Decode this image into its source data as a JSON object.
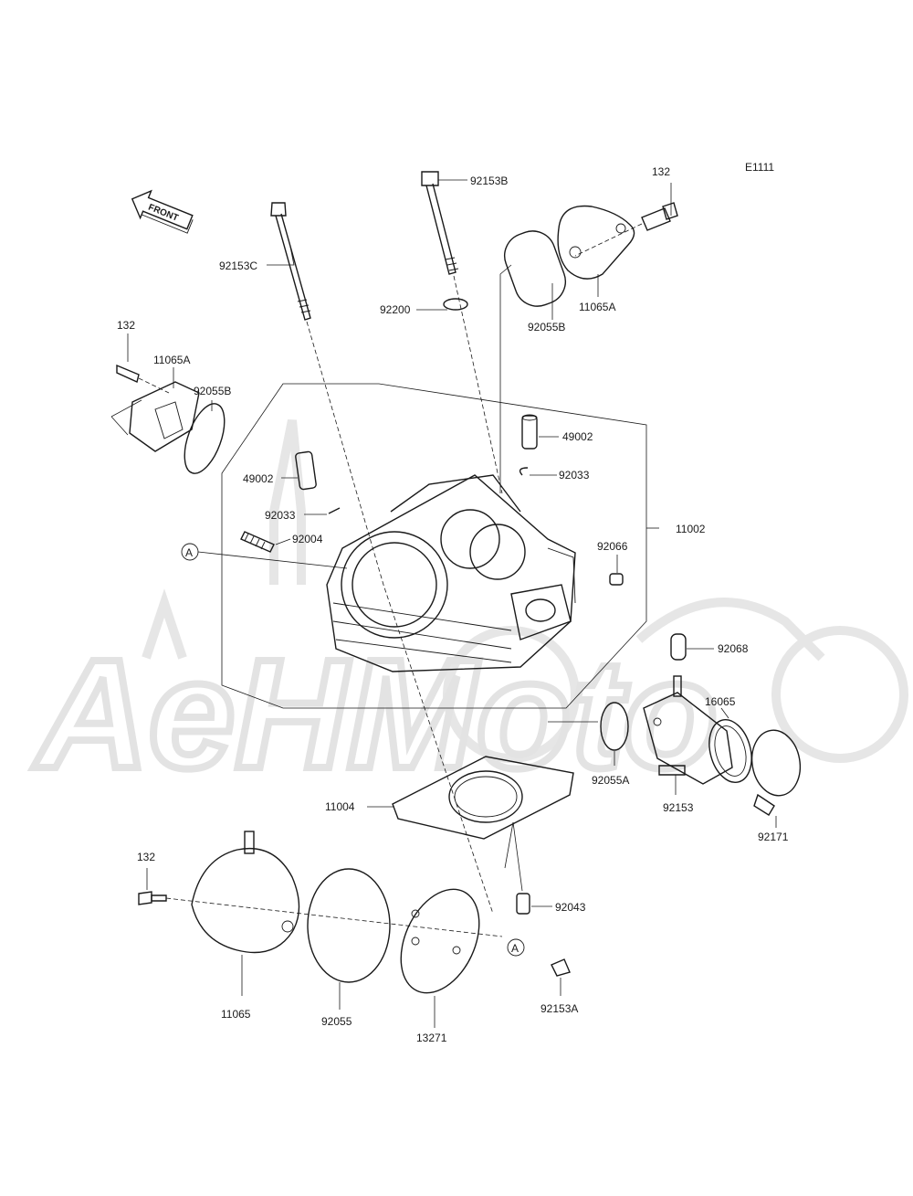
{
  "diagram_code": "E1111",
  "front_label": "FRONT",
  "watermark_text": "AeHMoto",
  "ref_marker": "A",
  "part_labels": {
    "p92153B": "92153B",
    "p132_top": "132",
    "p92153C": "92153C",
    "p92200": "92200",
    "p92055B_top": "92055B",
    "p11065A_top": "11065A",
    "p132_left": "132",
    "p11065A_left": "11065A",
    "p92055B_left": "92055B",
    "p49002_right": "49002",
    "p92033_right": "92033",
    "p49002_left": "49002",
    "p92033_left": "92033",
    "p92004": "92004",
    "p92066": "92066",
    "p11002": "11002",
    "p92068": "92068",
    "p16065": "16065",
    "p92055A": "92055A",
    "p92153": "92153",
    "p92171": "92171",
    "p11004": "11004",
    "p132_bottom": "132",
    "p92043": "92043",
    "p11065": "11065",
    "p92055": "92055",
    "p13271": "13271",
    "p92153A": "92153A"
  },
  "colors": {
    "line": "#1a1a1a",
    "watermark": "#e6e6e6",
    "background": "#ffffff"
  }
}
